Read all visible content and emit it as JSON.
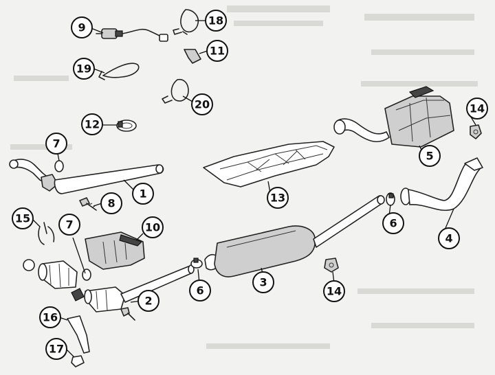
{
  "callouts": [
    {
      "id": "c9",
      "label": "9"
    },
    {
      "id": "c18",
      "label": "18"
    },
    {
      "id": "c11",
      "label": "11"
    },
    {
      "id": "c19",
      "label": "19"
    },
    {
      "id": "c20",
      "label": "20"
    },
    {
      "id": "c12",
      "label": "12"
    },
    {
      "id": "c14a",
      "label": "14"
    },
    {
      "id": "c7a",
      "label": "7"
    },
    {
      "id": "c1",
      "label": "1"
    },
    {
      "id": "c8",
      "label": "8"
    },
    {
      "id": "c13",
      "label": "13"
    },
    {
      "id": "c5",
      "label": "5"
    },
    {
      "id": "c15",
      "label": "15"
    },
    {
      "id": "c7b",
      "label": "7"
    },
    {
      "id": "c10",
      "label": "10"
    },
    {
      "id": "c6a",
      "label": "6"
    },
    {
      "id": "c4",
      "label": "4"
    },
    {
      "id": "c6b",
      "label": "6"
    },
    {
      "id": "c3",
      "label": "3"
    },
    {
      "id": "c14b",
      "label": "14"
    },
    {
      "id": "c2",
      "label": "2"
    },
    {
      "id": "c16",
      "label": "16"
    },
    {
      "id": "c17",
      "label": "17"
    }
  ]
}
